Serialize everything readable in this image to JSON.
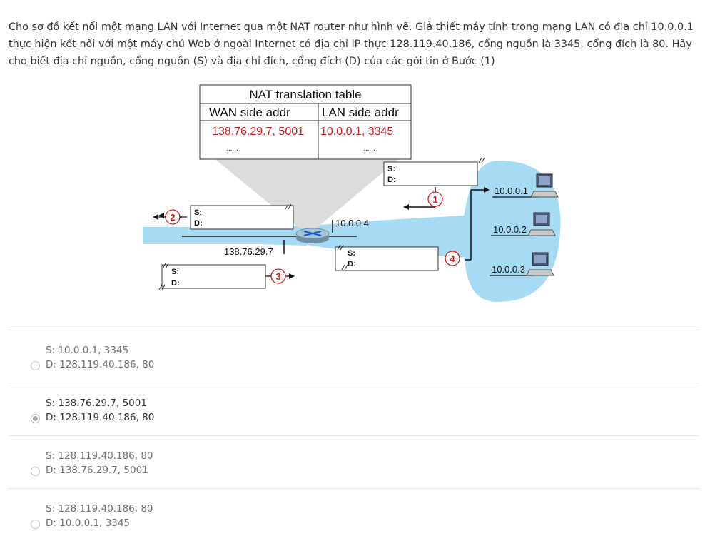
{
  "question": {
    "text": "Cho sơ đồ kết nối một mạng LAN với Internet qua một NAT router như hình vẽ. Giả thiết máy tính trong mạng LAN có địa chỉ 10.0.0.1 thực hiện kết nối với một máy chủ Web ở ngoài Internet có địa chỉ IP thực 128.119.40.186, cổng nguồn là 3345, cổng đích là 80.  Hãy cho biết địa chỉ nguồn, cổng nguồn (S) và địa chỉ đích, cổng đích (D) của các gói tin ở Bước (1)"
  },
  "diagram": {
    "table_title": "NAT translation table",
    "col_wan": "WAN side addr",
    "col_lan": "LAN side addr",
    "row_wan": "138.76.29.7, 5001",
    "row_lan": "10.0.0.1, 3345",
    "dots_wan": "......",
    "dots_lan": "......",
    "s_label": "S:",
    "d_label": "D:",
    "router_lan_ip": "10.0.0.4",
    "router_wan_ip": "138.76.29.7",
    "host1": "10.0.0.1",
    "host2": "10.0.0.2",
    "host3": "10.0.0.3",
    "step1": "1",
    "step2": "2",
    "step3": "3",
    "step4": "4",
    "accent_red": "#cc1f1f",
    "lan_blue": "#a7dbf3"
  },
  "options": [
    {
      "s": "S: 10.0.0.1, 3345",
      "d": "D: 128.119.40.186, 80",
      "selected": false
    },
    {
      "s": "S: 138.76.29.7, 5001",
      "d": "D: 128.119.40.186, 80",
      "selected": true
    },
    {
      "s": "S: 128.119.40.186, 80",
      "d": "D: 138.76.29.7, 5001",
      "selected": false
    },
    {
      "s": "S: 128.119.40.186, 80",
      "d": "D: 10.0.0.1, 3345",
      "selected": false
    }
  ]
}
